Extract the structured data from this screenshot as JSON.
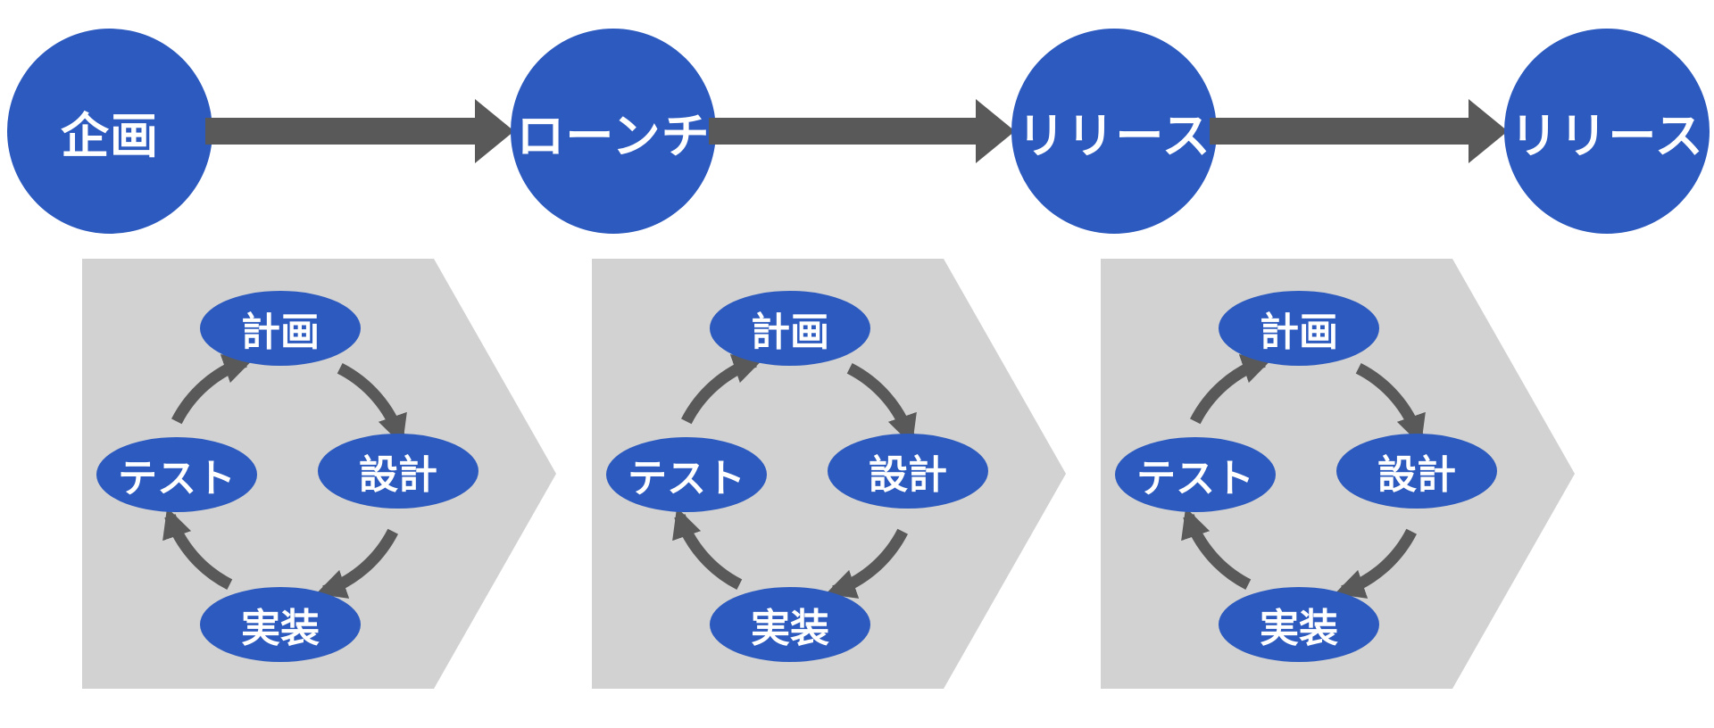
{
  "colors": {
    "node_blue": "#2d5abe",
    "chevron_gray": "#d2d2d2",
    "arrow_gray": "#595959",
    "label_white": "#ffffff"
  },
  "stages": [
    {
      "label": "企画"
    },
    {
      "label": "ローンチ"
    },
    {
      "label": "リリース"
    },
    {
      "label": "リリース"
    }
  ],
  "iterations": [
    {
      "steps": {
        "top": "計画",
        "right": "設計",
        "bottom": "実装",
        "left": "テスト"
      }
    },
    {
      "steps": {
        "top": "計画",
        "right": "設計",
        "bottom": "実装",
        "left": "テスト"
      }
    },
    {
      "steps": {
        "top": "計画",
        "right": "設計",
        "bottom": "実装",
        "left": "テスト"
      }
    }
  ],
  "cycle_order": [
    "計画",
    "設計",
    "実装",
    "テスト"
  ]
}
